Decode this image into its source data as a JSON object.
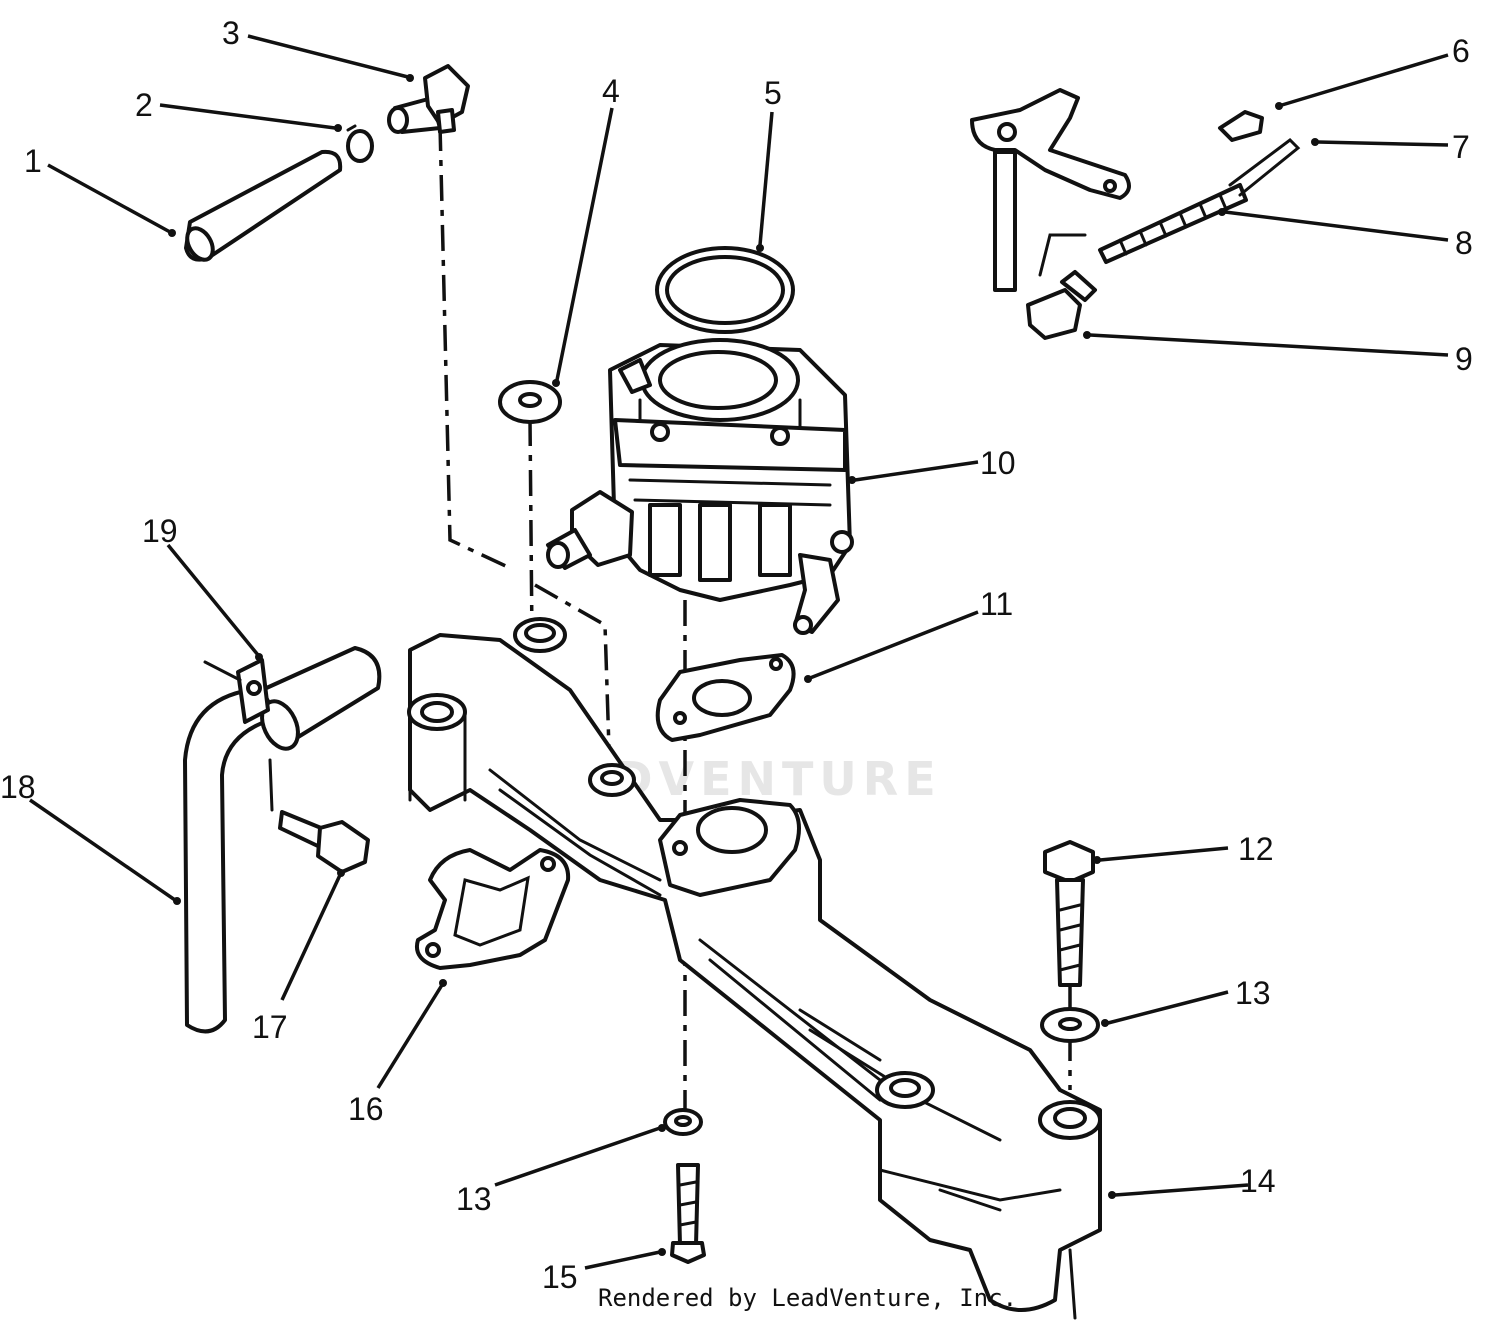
{
  "callouts": [
    {
      "id": 1,
      "label": "1"
    },
    {
      "id": 2,
      "label": "2"
    },
    {
      "id": 3,
      "label": "3"
    },
    {
      "id": 4,
      "label": "4"
    },
    {
      "id": 5,
      "label": "5"
    },
    {
      "id": 6,
      "label": "6"
    },
    {
      "id": 7,
      "label": "7"
    },
    {
      "id": 8,
      "label": "8"
    },
    {
      "id": 9,
      "label": "9"
    },
    {
      "id": 10,
      "label": "10"
    },
    {
      "id": 11,
      "label": "11"
    },
    {
      "id": 12,
      "label": "12"
    },
    {
      "id": 13,
      "label": "13"
    },
    {
      "id": 14,
      "label": "14"
    },
    {
      "id": 15,
      "label": "15"
    },
    {
      "id": 16,
      "label": "16"
    },
    {
      "id": 17,
      "label": "17"
    },
    {
      "id": 18,
      "label": "18"
    },
    {
      "id": 19,
      "label": "19"
    }
  ],
  "watermark": "LEADVENTURE",
  "credit": "Rendered by LeadVenture, Inc."
}
